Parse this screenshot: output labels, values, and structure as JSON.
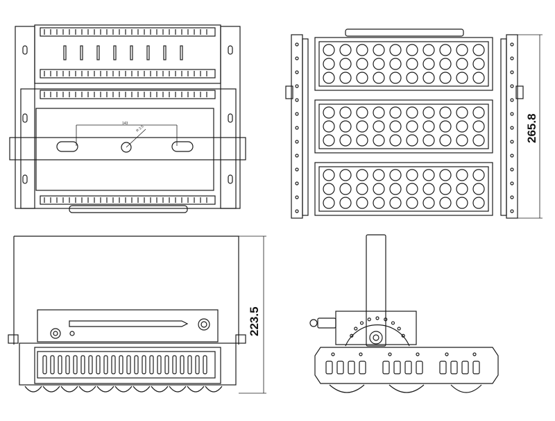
{
  "views": {
    "top_view": {
      "dim_small_1": "143",
      "dim_small_2": "R 2.5"
    },
    "front_view": {
      "height_label": "265.8",
      "led_modules": [
        {
          "rows": 3,
          "cols": 10
        },
        {
          "rows": 3,
          "cols": 10
        },
        {
          "rows": 3,
          "cols": 10
        }
      ]
    },
    "side_view": {
      "height_label": "223.5"
    },
    "end_view": {}
  },
  "colors": {
    "line": "#1a1a1a",
    "background": "#ffffff"
  }
}
